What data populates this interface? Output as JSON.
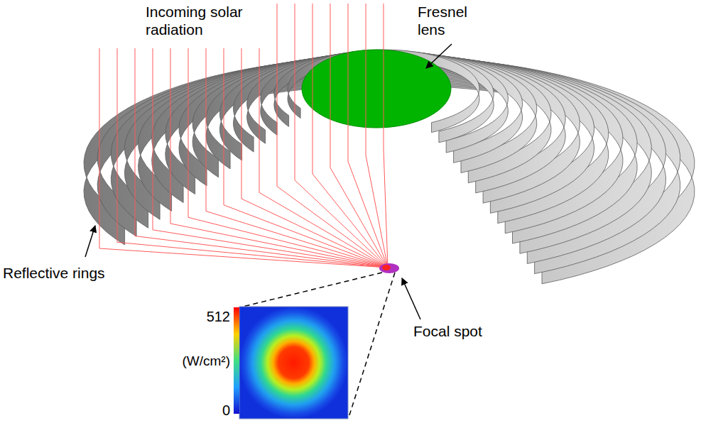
{
  "diagram": {
    "labels": [
      "Incoming solar radiation",
      "Fresnel lens",
      "Reflective rings",
      "Focal spot",
      "512",
      "(W/cm²)",
      "0"
    ]
  }
}
